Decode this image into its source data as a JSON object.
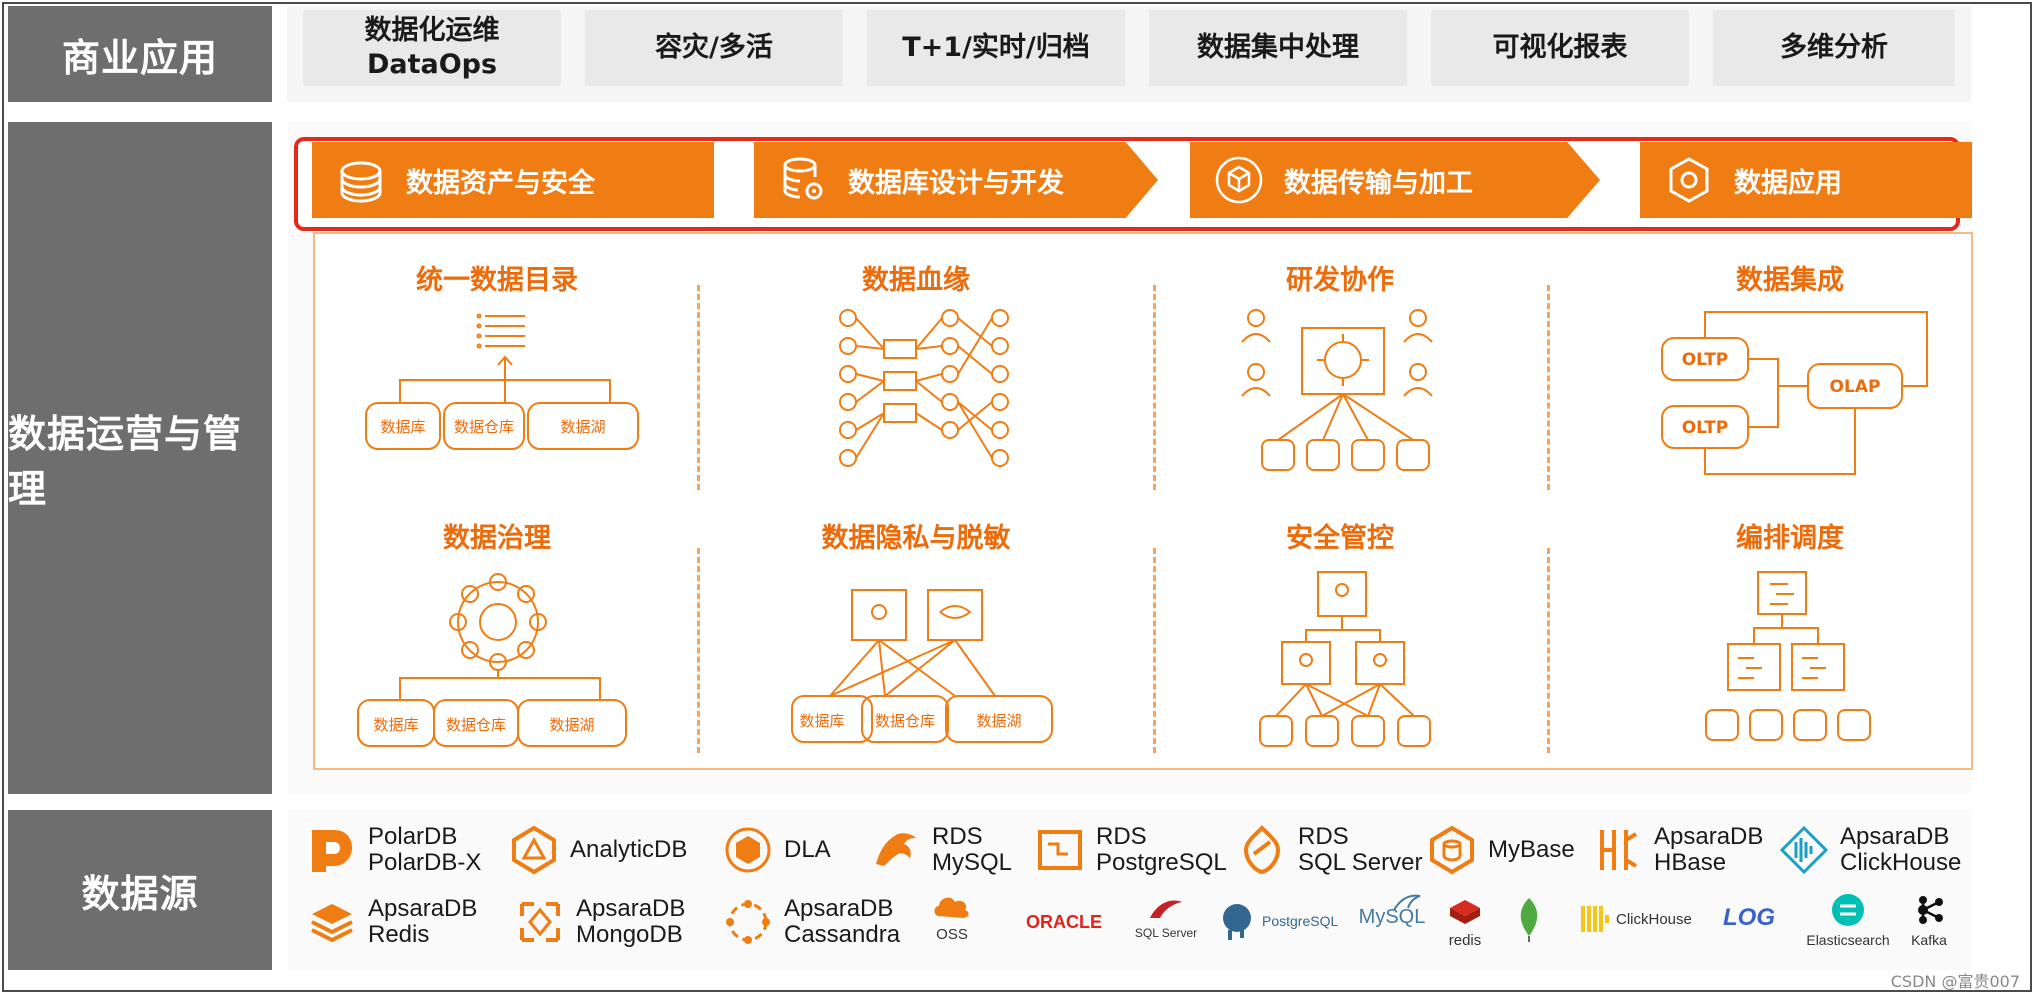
{
  "sections": {
    "business": "商业应用",
    "operations": "数据运营与管理",
    "sources": "数据源"
  },
  "business_apps": [
    {
      "line1": "数据化运维",
      "line2": "DataOps"
    },
    {
      "line1": "容灾/多活",
      "line2": ""
    },
    {
      "line1": "T+1/实时/归档",
      "line2": ""
    },
    {
      "line1": "数据集中处理",
      "line2": ""
    },
    {
      "line1": "可视化报表",
      "line2": ""
    },
    {
      "line1": "多维分析",
      "line2": ""
    }
  ],
  "stages": [
    "数据资产与安全",
    "数据库设计与开发",
    "数据传输与加工",
    "数据应用"
  ],
  "features": [
    {
      "title": "统一数据目录",
      "labels": [
        "数据库",
        "数据仓库",
        "数据湖"
      ]
    },
    {
      "title": "数据血缘"
    },
    {
      "title": "研发协作"
    },
    {
      "title": "数据集成",
      "labels": [
        "OLTP",
        "OLTP",
        "OLAP"
      ]
    },
    {
      "title": "数据治理",
      "labels": [
        "数据库",
        "数据仓库",
        "数据湖"
      ]
    },
    {
      "title": "数据隐私与脱敏",
      "labels": [
        "数据库",
        "数据仓库",
        "数据湖"
      ]
    },
    {
      "title": "安全管控"
    },
    {
      "title": "编排调度"
    }
  ],
  "data_sources_row1": [
    {
      "line1": "PolarDB",
      "line2": "PolarDB-X",
      "icon": "polardb-icon"
    },
    {
      "line1": "AnalyticDB",
      "line2": "",
      "icon": "analyticdb-icon"
    },
    {
      "line1": "DLA",
      "line2": "",
      "icon": "dla-icon"
    },
    {
      "line1": "RDS",
      "line2": "MySQL",
      "icon": "rds-mysql-icon"
    },
    {
      "line1": "RDS",
      "line2": "PostgreSQL",
      "icon": "rds-postgresql-icon"
    },
    {
      "line1": "RDS",
      "line2": "SQL Server",
      "icon": "rds-sqlserver-icon"
    },
    {
      "line1": "MyBase",
      "line2": "",
      "icon": "mybase-icon"
    },
    {
      "line1": "ApsaraDB",
      "line2": "HBase",
      "icon": "hbase-icon"
    },
    {
      "line1": "ApsaraDB",
      "line2": "ClickHouse",
      "icon": "clickhouse-icon"
    }
  ],
  "data_sources_row2": [
    {
      "line1": "ApsaraDB",
      "line2": "Redis",
      "icon": "redis-icon"
    },
    {
      "line1": "ApsaraDB",
      "line2": "MongoDB",
      "icon": "mongodb-icon"
    },
    {
      "line1": "ApsaraDB",
      "line2": "Cassandra",
      "icon": "cassandra-icon"
    }
  ],
  "small_logos": [
    "OSS",
    "ORACLE",
    "SQL Server",
    "PostgreSQL",
    "MySQL",
    "redis",
    "ClickHouse",
    "LOG",
    "Elasticsearch",
    "Kafka"
  ],
  "watermark": "CSDN @富贵007",
  "colors": {
    "accent_orange": "#f07d14",
    "title_orange": "#ec6c0c",
    "highlight_red": "#e32b1b",
    "label_gray": "#6e6e6e"
  }
}
